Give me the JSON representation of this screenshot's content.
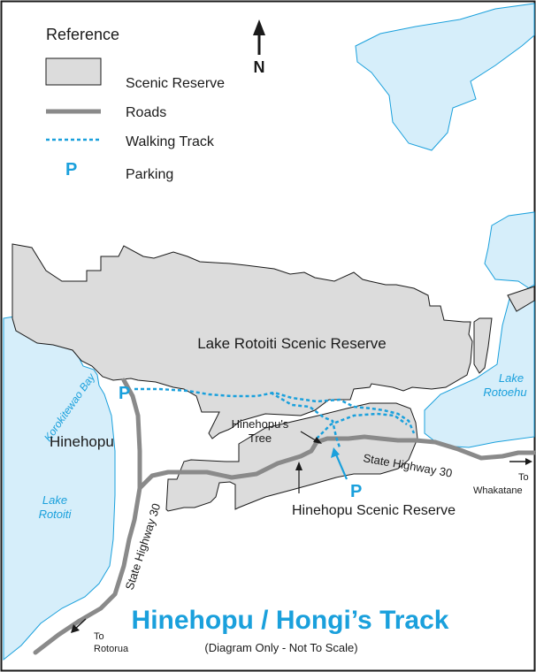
{
  "legend": {
    "heading": "Reference",
    "items": [
      {
        "key": "reserve",
        "label": "Scenic Reserve"
      },
      {
        "key": "roads",
        "label": "Roads"
      },
      {
        "key": "track",
        "label": "Walking Track"
      },
      {
        "key": "parking",
        "label": "Parking",
        "symbol": "P"
      }
    ]
  },
  "north": {
    "label": "N"
  },
  "labels": {
    "reserve_main": "Lake Rotoiti Scenic Reserve",
    "reserve_small": "Hinehopu Scenic Reserve",
    "bay": "Korokitewao Bay",
    "town": "Hinehopu",
    "lake_rotoiti_1": "Lake",
    "lake_rotoiti_2": "Rotoiti",
    "lake_rotoehu_1": "Lake",
    "lake_rotoehu_2": "Rotoehu",
    "tree_1": "Hinehopu's",
    "tree_2": "Tree",
    "highway_east": "State Highway 30",
    "highway_south": "State Highway 30",
    "to_rotorua_1": "To",
    "to_rotorua_2": "Rotorua",
    "to_whakatane_1": "To",
    "to_whakatane_2": "Whakatane",
    "parking_west": "P",
    "parking_south": "P"
  },
  "title": {
    "main": "Hinehopu / Hongi’s Track",
    "sub": "(Diagram Only - Not To Scale)"
  },
  "colors": {
    "water": "#d6eefa",
    "water_edge": "#1aa0dc",
    "reserve": "#dcdcdc",
    "reserve_edge": "#1a1a1a",
    "road": "#8a8a8a",
    "track": "#1aa0dc",
    "title": "#1aa0dc"
  }
}
